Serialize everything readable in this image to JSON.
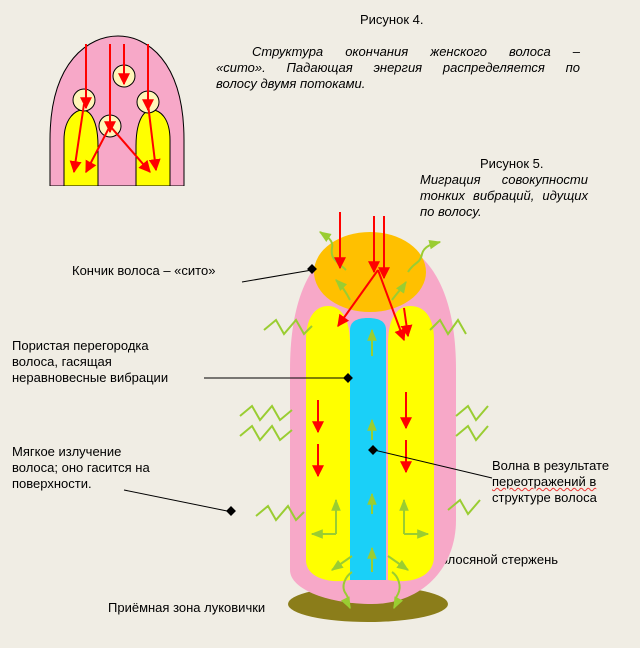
{
  "figure4": {
    "title": "Рисунок 4.",
    "caption_lines": [
      "Структура окончания женского волоса –",
      "«сито». Падающая энергия распределяется по",
      "волосу двумя потоками."
    ]
  },
  "figure5": {
    "title": "Рисунок 5.",
    "caption_lines": [
      "Миграция совокупности",
      "тонких вибраций, идущих",
      "по волосу."
    ],
    "labels": {
      "tip": "Кончик волоса – «сито»",
      "septum_lines": [
        "Пористая перегородка",
        "волоса, гасящая",
        "неравновесные вибрации"
      ],
      "soft_lines": [
        "Мягкое излучение",
        "волоса; оно гасится на",
        "поверхности."
      ],
      "wave_lines": [
        "Волна в результате",
        "переотражений в",
        "структуре волоса"
      ],
      "shaft": "Волосяной стержень",
      "bulb": "Приёмная зона луковички"
    }
  },
  "colors": {
    "background": "#f0ede4",
    "pink": "#f7a8c8",
    "yellow": "#ffff00",
    "cream": "#fff5b8",
    "orange": "#ffc000",
    "cyan": "#1ad0f8",
    "red_arrow": "#ff0000",
    "green_arrow": "#9acd32",
    "bulb": "#8b7d1a"
  }
}
